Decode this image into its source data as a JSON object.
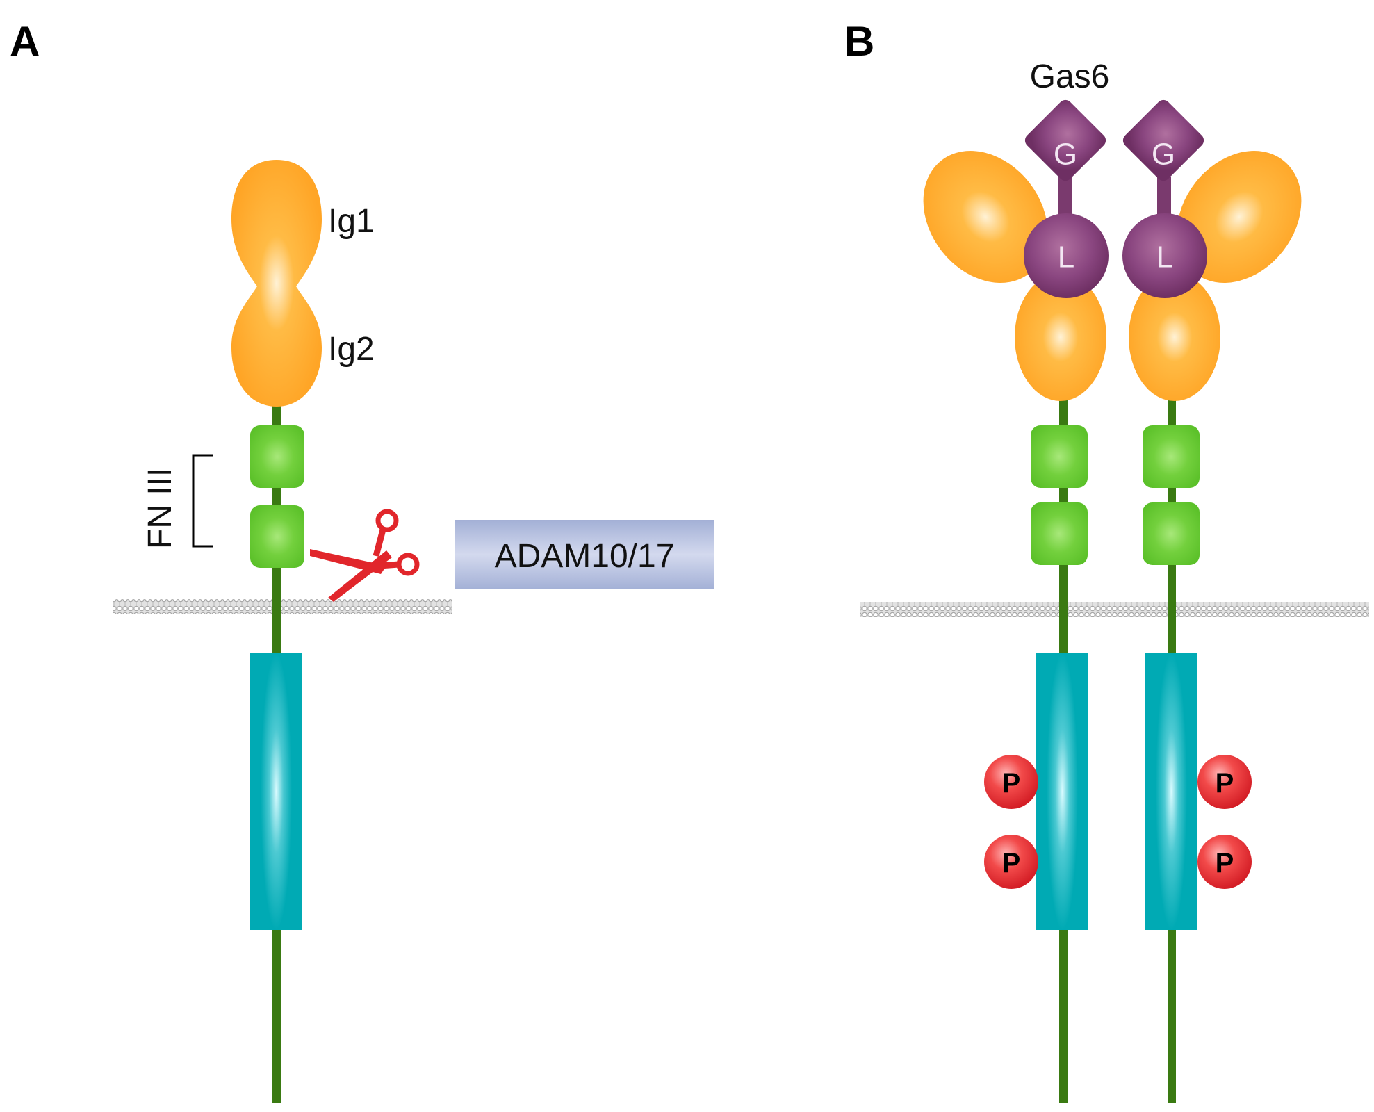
{
  "panels": {
    "a": "A",
    "b": "B"
  },
  "panel_a": {
    "ig1": "Ig1",
    "ig2": "Ig2",
    "fn3": "FN III",
    "protease": "ADAM10/17"
  },
  "panel_b": {
    "ligand": "Gas6",
    "g_domain": "G",
    "l_domain": "L",
    "phospho": "P"
  },
  "colors": {
    "ig_domain": "#ffad2f",
    "fn3_domain": "#66cc33",
    "kinase_domain": "#00aab4",
    "stalk": "#3a7a12",
    "ligand": "#7a3a6e",
    "phospho": "#e5262e",
    "scissors": "#e1262b",
    "protease_box": "#a7b3d8",
    "membrane": "#bdbdbd"
  },
  "icons": [
    "scissors-icon"
  ]
}
